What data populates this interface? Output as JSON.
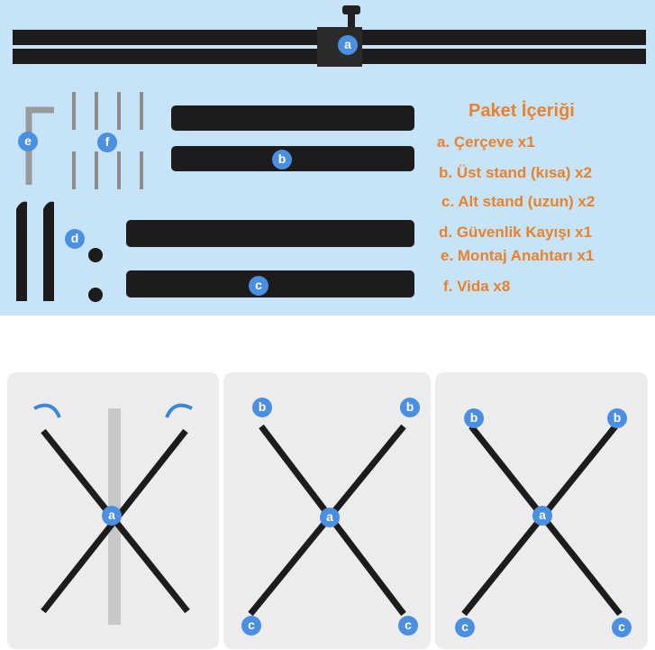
{
  "contents": {
    "title": "Paket İçeriği",
    "items": [
      "a. Çerçeve x1",
      "b. Üst stand  (kısa) x2",
      "c. Alt stand (uzun) x2",
      "d. Güvenlik Kayışı x1",
      "e. Montaj Anahtarı x1",
      "f. Vida x8"
    ]
  },
  "labels": {
    "a": "a",
    "b": "b",
    "c": "c",
    "d": "d",
    "e": "e",
    "f": "f"
  },
  "colors": {
    "background": "#c6e3f8",
    "accent": "#e8822e",
    "label": "#4a8fe0"
  }
}
